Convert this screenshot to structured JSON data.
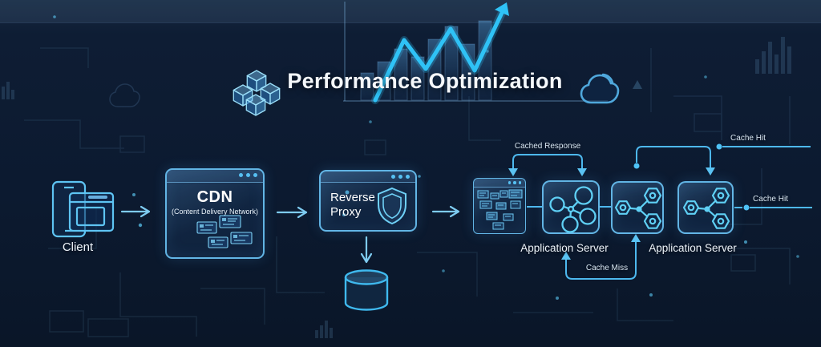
{
  "header": {
    "title": "Performance Optimization"
  },
  "flow": {
    "client": {
      "label": "Client"
    },
    "cdn": {
      "title": "CDN",
      "subtitle": "(Content Delivery Network)"
    },
    "reverse_proxy": {
      "label": "Reverse Proxy"
    },
    "app_servers": [
      {
        "label": "Application Server"
      },
      {
        "label": "Application Server"
      }
    ]
  },
  "annotations": {
    "cached_response": "Cached Response",
    "cache_hit_top": "Cache Hit",
    "cache_hit_right": "Cache Hit",
    "cache_miss": "Cache Miss"
  },
  "icons": {
    "title_left": "isometric-cubes-icon",
    "title_right": "cloud-icon",
    "title_background": "growth-chart-icon",
    "client": "phone-browser-icon",
    "cdn_content": "edge-cache-cards-icon",
    "reverse_proxy": "shield-icon",
    "reverse_proxy_storage": "database-cylinder-icon",
    "cache_server": "cache-blocks-window-icon",
    "app_node_circles": "service-nodes-circles-icon",
    "app_node_hex": "service-nodes-hex-icon"
  },
  "colors": {
    "background": "#0c1a30",
    "top_band": "#18293f",
    "accent": "#2fc2f6",
    "node_stroke": "#58c0f2",
    "text_primary": "#f2f7fb",
    "annotation_text": "#d5e4f1"
  }
}
